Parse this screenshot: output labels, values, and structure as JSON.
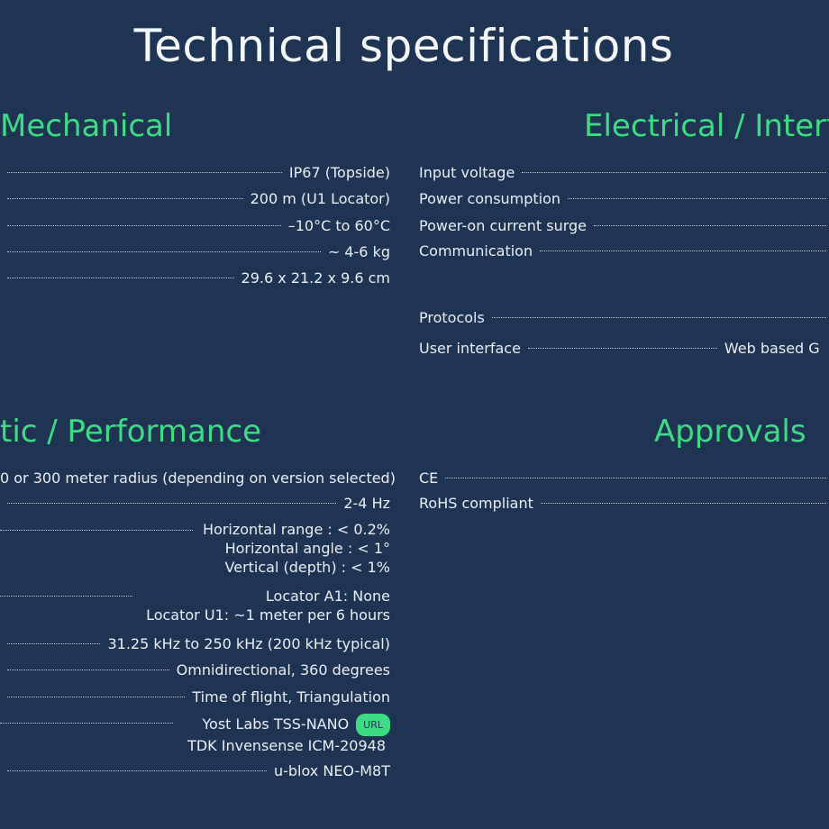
{
  "page": {
    "title": "Technical specifications"
  },
  "mechanical": {
    "title": "Mechanical",
    "values": [
      "IP67 (Topside)",
      "200 m (U1 Locator)",
      "–10°C to 60°C",
      "~ 4-6 kg",
      "29.6 x 21.2 x 9.6 cm"
    ]
  },
  "electrical": {
    "title": "Electrical / Interfa",
    "labels": [
      "Input voltage",
      "Power consumption",
      "Power-on current surge",
      "Communication",
      "Protocols",
      "User interface"
    ],
    "user_interface_value": "Web based G"
  },
  "acoustic": {
    "title": "tic / Performance",
    "range": "0 or 300 meter radius (depending on version selected)",
    "update_rate": "2-4 Hz",
    "accuracy": [
      "Horizontal range : < 0.2%",
      "Horizontal angle : < 1°",
      "Vertical (depth) : < 1%"
    ],
    "drift": [
      "Locator A1: None",
      "Locator U1: ~1 meter per 6 hours"
    ],
    "frequency": "31.25 kHz to 250 kHz (200 kHz typical)",
    "beam": "Omnidirectional, 360 degrees",
    "method": "Time of flight, Triangulation",
    "imu": [
      "Yost Labs TSS-NANO",
      "TDK Invensense ICM-20948"
    ],
    "imu_badge": "URL",
    "gps": "u-blox NEO-M8T"
  },
  "approvals": {
    "title": "Approvals",
    "labels": [
      "CE",
      "RoHS compliant"
    ]
  }
}
